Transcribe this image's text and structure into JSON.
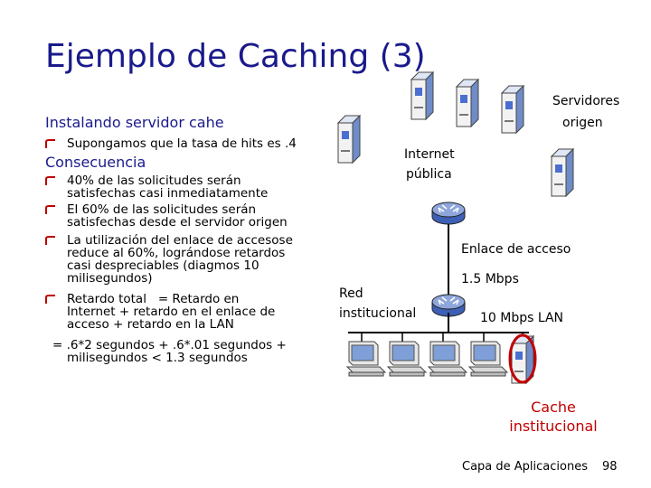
{
  "slide": {
    "title": "Ejemplo de Caching (3)",
    "subtitle": "Instalando servidor cahe",
    "first_bullet": "Supongamos que la tasa de hits es .4",
    "consequence_heading": "Consecuencia",
    "bullets": [
      [
        "40% de las solicitudes serán",
        "satisfechas casi inmediatamente"
      ],
      [
        "El 60% de las solicitudes serán",
        "satisfechas desde el servidor origen"
      ],
      [
        "La utilización del enlace de accesose",
        "reduce al 60%, lográndose retardos",
        "casi despreciables (diagmos 10",
        "milisegundos)"
      ],
      [
        "Retardo total   = Retardo en",
        "Internet + retardo en el enlace de",
        "acceso + retardo en la LAN"
      ]
    ],
    "formula_lines": [
      "= .6*2 segundos + .6*.01 segundos +",
      "milisegundos < 1.3 segundos"
    ]
  },
  "diagram": {
    "origin_servers_label": [
      "Servidores",
      "origen"
    ],
    "internet_label": [
      "Internet",
      "pública"
    ],
    "access_link_label": "Enlace de acceso",
    "access_link_speed": "1.5 Mbps",
    "institutional_net_label": [
      "Red",
      "institucional"
    ],
    "lan_label": "10 Mbps LAN",
    "cache_label": [
      "Cache",
      "institucional"
    ]
  },
  "footer": {
    "section": "Capa de Aplicaciones",
    "page": "98"
  },
  "colors": {
    "title": "#1a1a8c",
    "bullet_mark": "#c00000",
    "cache_highlight": "#c00000",
    "device_blue": "#5a7fd0"
  }
}
